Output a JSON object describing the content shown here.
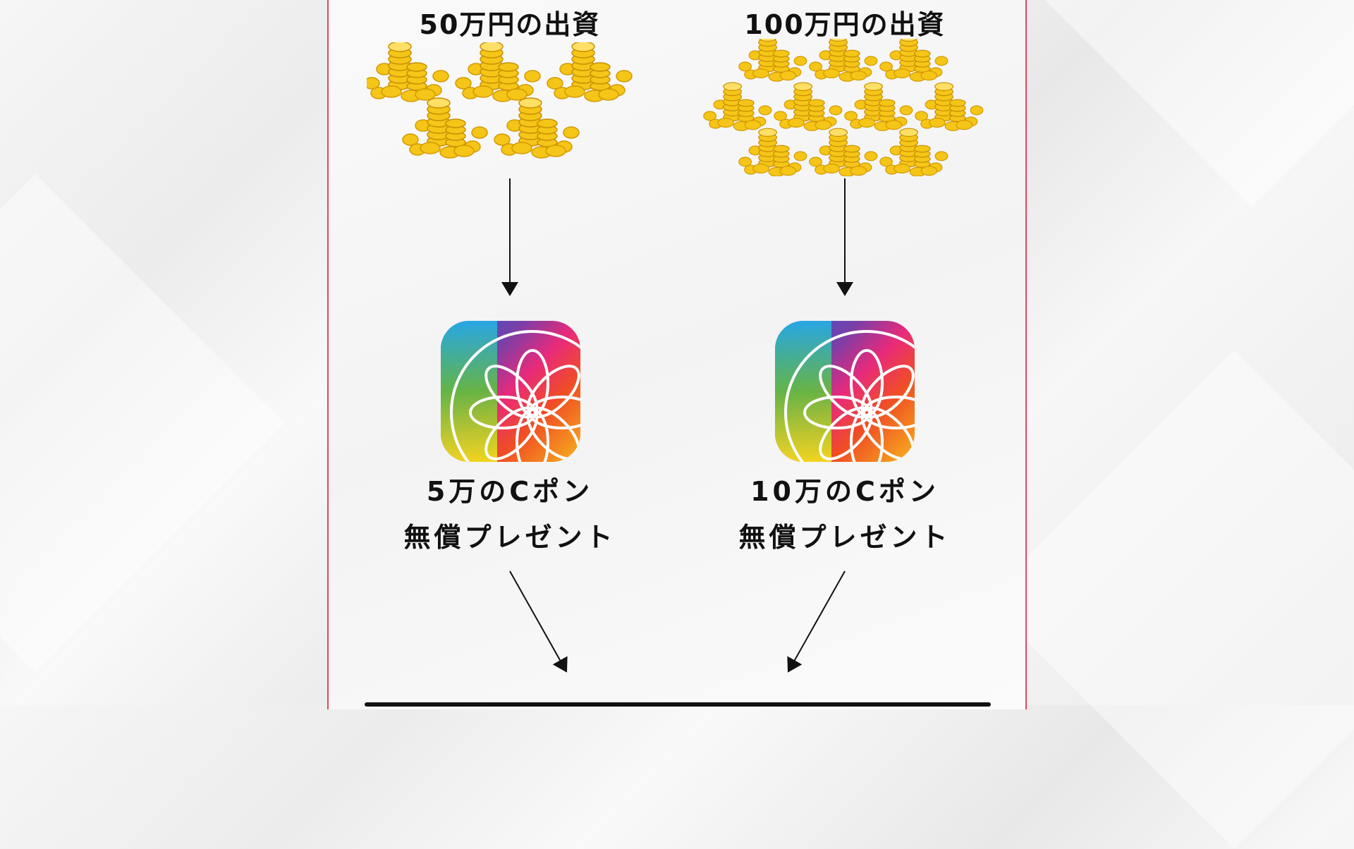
{
  "left": {
    "title": "50万円の出資",
    "coin_piles": 5,
    "reward_line1": "5万のCポン",
    "reward_line2": "無償プレゼント"
  },
  "right": {
    "title": "100万円の出資",
    "coin_piles": 10,
    "reward_line1": "10万のCポン",
    "reward_line2": "無償プレゼント"
  },
  "colors": {
    "border": "#e8455e",
    "coin": "#f5c518",
    "text": "#111111"
  }
}
